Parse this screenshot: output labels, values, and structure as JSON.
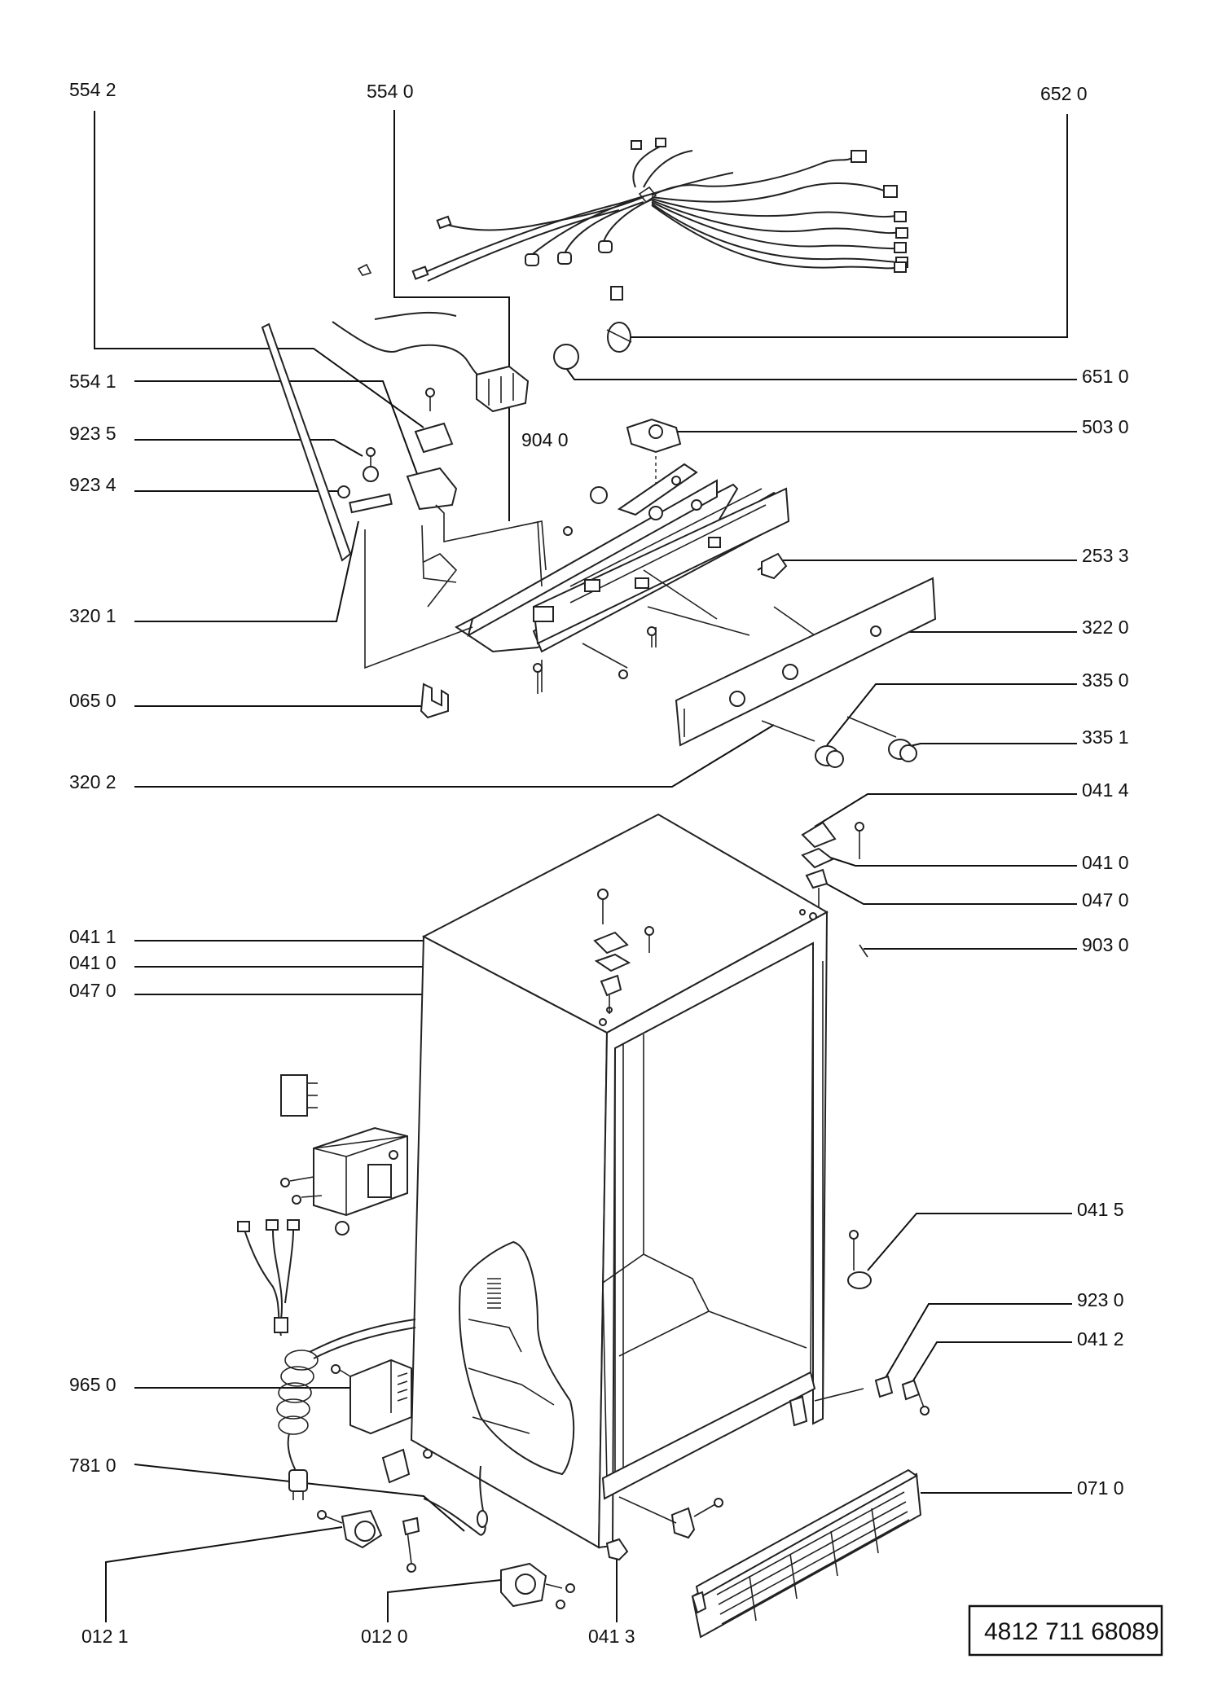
{
  "callouts": {
    "c5542": "554 2",
    "c5540": "554 0",
    "c6520": "652 0",
    "c5541": "554 1",
    "c9235": "923 5",
    "c9234": "923 4",
    "c9040": "904 0",
    "c6510": "651 0",
    "c5030": "503 0",
    "c2533": "253 3",
    "c3201": "320 1",
    "c3220": "322 0",
    "c0650": "065 0",
    "c3350": "335 0",
    "c3351": "335 1",
    "c3202": "320 2",
    "c0414": "041 4",
    "c0410a": "041 0",
    "c0470a": "047 0",
    "c0411": "041 1",
    "c0410b": "041 0",
    "c0470b": "047 0",
    "c9030": "903 0",
    "c0415": "041 5",
    "c9230": "923 0",
    "c0412": "041 2",
    "c9650": "965 0",
    "c7810": "781 0",
    "c0710": "071 0",
    "c0121": "012 1",
    "c0120": "012 0",
    "c0413": "041 3"
  },
  "document_number": "4812 711 68089"
}
